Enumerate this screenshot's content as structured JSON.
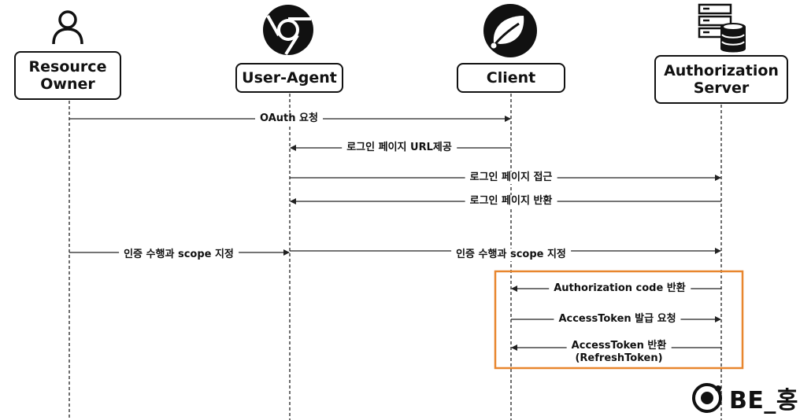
{
  "participants": {
    "resource_owner": {
      "label": "Resource\nOwner",
      "icon": "person-icon"
    },
    "user_agent": {
      "label": "User-Agent",
      "icon": "chrome-icon"
    },
    "client": {
      "label": "Client",
      "icon": "spring-leaf-icon"
    },
    "authorization_server": {
      "label": "Authorization\nServer",
      "icon": "server-database-icon"
    }
  },
  "messages": [
    {
      "label": "OAuth 요청",
      "from": "resource_owner",
      "to": "client"
    },
    {
      "label": "로그인 페이지 URL제공",
      "from": "client",
      "to": "user_agent"
    },
    {
      "label": "로그인 페이지 접근",
      "from": "user_agent",
      "to": "authorization_server"
    },
    {
      "label": "로그인 페이지 반환",
      "from": "authorization_server",
      "to": "user_agent"
    },
    {
      "label": "인증 수행과 scope 지정",
      "from": "resource_owner",
      "to": "user_agent"
    },
    {
      "label": "인증 수행과 scope 지정",
      "from": "user_agent",
      "to": "authorization_server"
    },
    {
      "label": "Authorization code 반환",
      "from": "authorization_server",
      "to": "client"
    },
    {
      "label": "AccessToken 발급 요청",
      "from": "client",
      "to": "authorization_server"
    },
    {
      "label": "AccessToken 반환\n(RefreshToken)",
      "from": "authorization_server",
      "to": "client"
    }
  ],
  "highlight": {
    "color": "#e8862e"
  },
  "watermark": {
    "text": "BE_홍",
    "icon": "atom-logo-icon"
  }
}
